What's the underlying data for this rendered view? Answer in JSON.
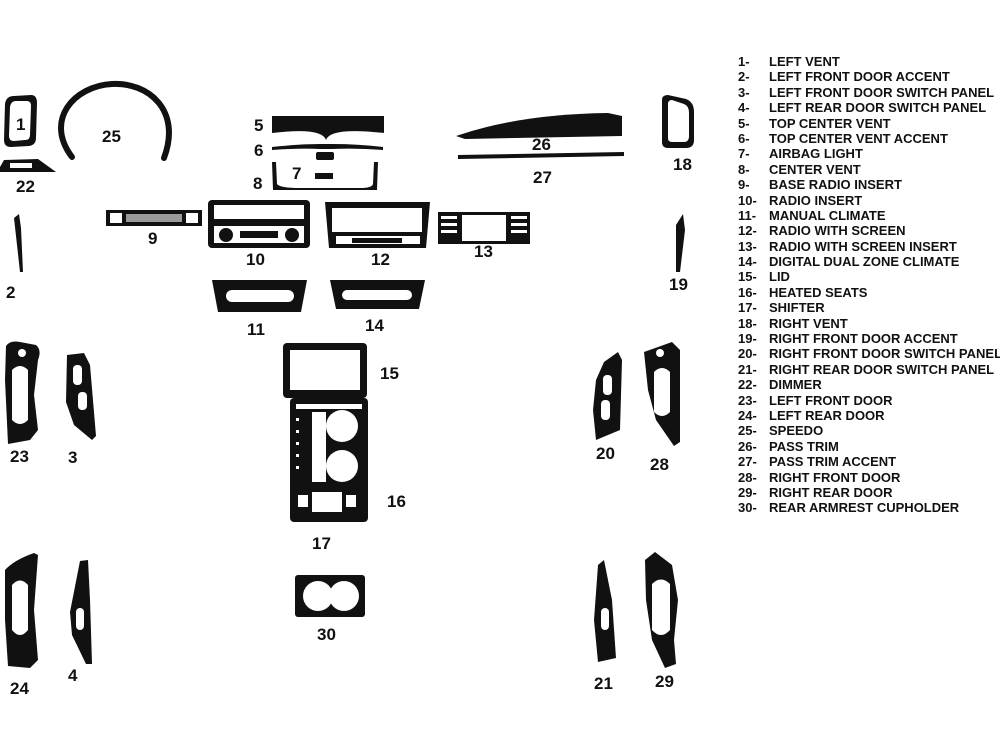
{
  "diagram": {
    "callouts": {
      "c1": "1",
      "c2": "2",
      "c3": "3",
      "c4": "4",
      "c5": "5",
      "c6": "6",
      "c7": "7",
      "c8": "8",
      "c9": "9",
      "c10": "10",
      "c11": "11",
      "c12": "12",
      "c13": "13",
      "c14": "14",
      "c15": "15",
      "c16": "16",
      "c17": "17",
      "c18": "18",
      "c19": "19",
      "c20": "20",
      "c21": "21",
      "c22": "22",
      "c23": "23",
      "c24": "24",
      "c25": "25",
      "c26": "26",
      "c27": "27",
      "c28": "28",
      "c29": "29",
      "c30": "30"
    },
    "legend": [
      {
        "num": "1-",
        "name": "LEFT VENT"
      },
      {
        "num": "2-",
        "name": "LEFT FRONT DOOR ACCENT"
      },
      {
        "num": "3-",
        "name": "LEFT FRONT DOOR SWITCH PANEL"
      },
      {
        "num": "4-",
        "name": "LEFT REAR DOOR SWITCH PANEL"
      },
      {
        "num": "5-",
        "name": "TOP CENTER VENT"
      },
      {
        "num": "6-",
        "name": "TOP CENTER VENT ACCENT"
      },
      {
        "num": "7-",
        "name": "AIRBAG LIGHT"
      },
      {
        "num": "8-",
        "name": "CENTER VENT"
      },
      {
        "num": "9-",
        "name": "BASE RADIO INSERT"
      },
      {
        "num": "10-",
        "name": "RADIO INSERT"
      },
      {
        "num": "11-",
        "name": "MANUAL CLIMATE"
      },
      {
        "num": "12-",
        "name": "RADIO WITH SCREEN"
      },
      {
        "num": "13-",
        "name": "RADIO WITH SCREEN INSERT"
      },
      {
        "num": "14-",
        "name": "DIGITAL DUAL ZONE CLIMATE"
      },
      {
        "num": "15-",
        "name": "LID"
      },
      {
        "num": "16-",
        "name": "HEATED SEATS"
      },
      {
        "num": "17-",
        "name": "SHIFTER"
      },
      {
        "num": "18-",
        "name": "RIGHT VENT"
      },
      {
        "num": "19-",
        "name": "RIGHT FRONT DOOR ACCENT"
      },
      {
        "num": "20-",
        "name": "RIGHT FRONT DOOR SWITCH PANEL"
      },
      {
        "num": "21-",
        "name": "RIGHT REAR DOOR SWITCH PANEL"
      },
      {
        "num": "22-",
        "name": "DIMMER"
      },
      {
        "num": "23-",
        "name": "LEFT FRONT DOOR"
      },
      {
        "num": "24-",
        "name": "LEFT REAR DOOR"
      },
      {
        "num": "25-",
        "name": "SPEEDO"
      },
      {
        "num": "26-",
        "name": "PASS TRIM"
      },
      {
        "num": "27-",
        "name": "PASS TRIM ACCENT"
      },
      {
        "num": "28-",
        "name": "RIGHT FRONT DOOR"
      },
      {
        "num": "29-",
        "name": "RIGHT REAR DOOR"
      },
      {
        "num": "30-",
        "name": "REAR ARMREST CUPHOLDER"
      }
    ]
  }
}
